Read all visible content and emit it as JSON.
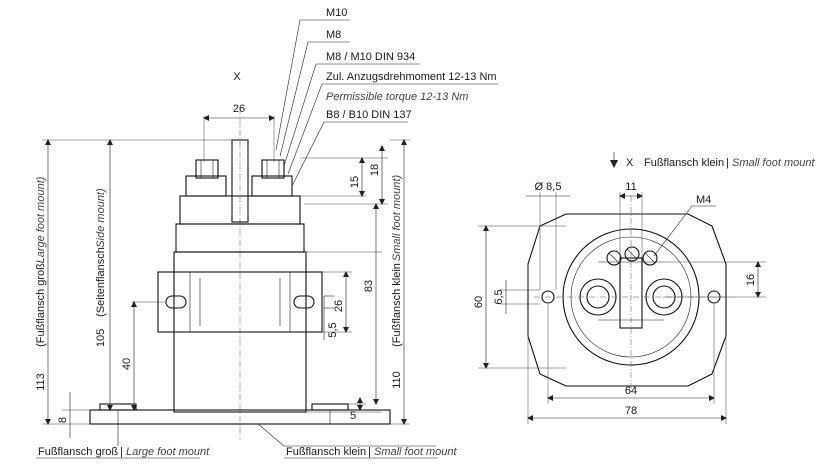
{
  "callouts": {
    "m10": "M10",
    "m8": "M8",
    "m8_m10_din": "M8 / M10 DIN 934",
    "torque_de": "Zul. Anzugsdrehmoment 12-13 Nm",
    "torque_en": "Permissible torque 12-13 Nm",
    "b8_b10_din": "B8 / B10 DIN 137"
  },
  "side_view": {
    "x_marker": "X",
    "dim_26_top": "26",
    "dim_15": "15",
    "dim_18": "18",
    "dim_83": "83",
    "dim_26_side": "26",
    "dim_5_5": "5,5",
    "dim_40": "40",
    "dim_5": "5",
    "dim_8": "8",
    "dim_113": "113",
    "dim_105": "105",
    "dim_110": "110",
    "label_113_de": "(Fußflansch groß",
    "label_113_en": "Large foot mount)",
    "label_105_de": "(Seitenflansch",
    "label_105_en": "Side mount)",
    "label_110_de": "(Fußflansch klein",
    "label_110_en": "Small foot mount)",
    "large_foot_de": "Fußflansch groß",
    "large_foot_en": "Large foot mount",
    "small_foot_de": "Fußflansch klein",
    "small_foot_en": "Small foot mount"
  },
  "top_view": {
    "view_marker": "X",
    "view_title_de": "Fußflansch klein",
    "view_title_en": "Small foot mount",
    "dim_dia_8_5": "Ø 8,5",
    "dim_11": "11",
    "dim_m4": "M4",
    "dim_16": "16",
    "dim_60": "60",
    "dim_6_5": "6,5",
    "dim_64": "64",
    "dim_78": "78"
  },
  "colors": {
    "line": "#1a1a1a",
    "background": "#ffffff"
  }
}
